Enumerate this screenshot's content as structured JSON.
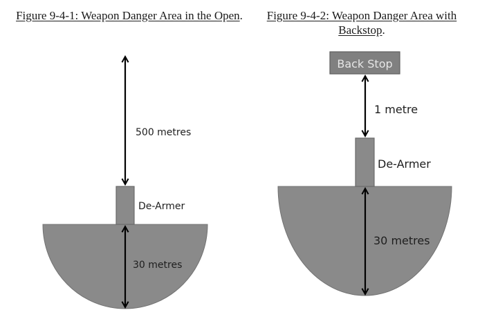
{
  "figures": [
    {
      "caption_main": "Figure 9-4-1: Weapon Danger Area in the Open",
      "caption_suffix": ".",
      "labels": {
        "distance_up": "500 metres",
        "de_armer": "De-Armer",
        "radius": "30 metres"
      }
    },
    {
      "caption_main": "Figure 9-4-2: Weapon Danger Area with Backstop",
      "caption_suffix": ".",
      "labels": {
        "back_stop": "Back Stop",
        "distance_up": "1 metre",
        "de_armer": "De-Armer",
        "radius": "30 metres"
      }
    }
  ],
  "colors": {
    "area_fill": "#8a8a8a",
    "area_stroke": "#6e6e6e",
    "arrow": "#000000",
    "backstop_text": "#e6e6e6"
  }
}
